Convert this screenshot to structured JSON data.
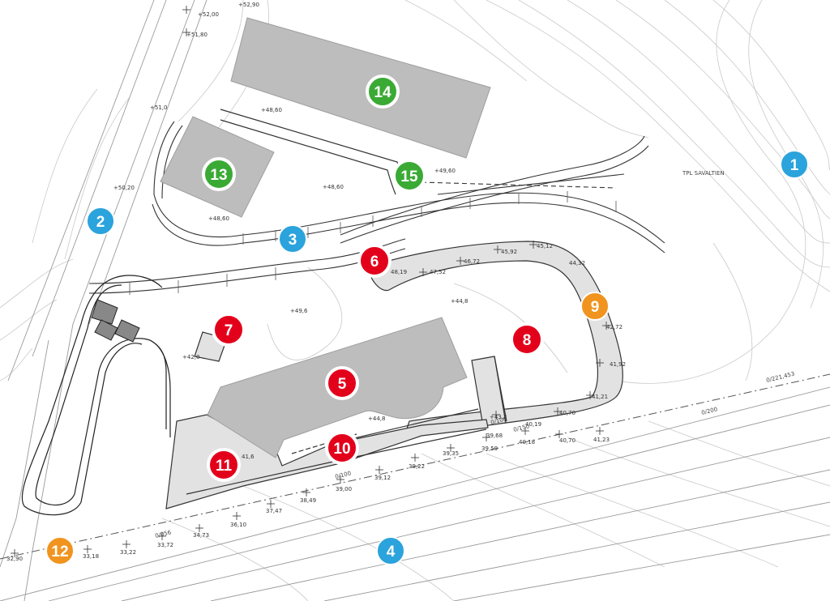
{
  "site_plan": {
    "colors": {
      "blue": "#2ba3dc",
      "red": "#e3001b",
      "green": "#3aaa35",
      "orange": "#f0941f",
      "building": "#bdbdbd",
      "paving": "#e2e2e2"
    },
    "markers": [
      {
        "id": "marker-1",
        "label": "1",
        "color": "blue"
      },
      {
        "id": "marker-2",
        "label": "2",
        "color": "blue"
      },
      {
        "id": "marker-3",
        "label": "3",
        "color": "blue"
      },
      {
        "id": "marker-4",
        "label": "4",
        "color": "blue"
      },
      {
        "id": "marker-5",
        "label": "5",
        "color": "red"
      },
      {
        "id": "marker-6",
        "label": "6",
        "color": "red"
      },
      {
        "id": "marker-7",
        "label": "7",
        "color": "red"
      },
      {
        "id": "marker-8",
        "label": "8",
        "color": "red"
      },
      {
        "id": "marker-9",
        "label": "9",
        "color": "orange"
      },
      {
        "id": "marker-10",
        "label": "10",
        "color": "red"
      },
      {
        "id": "marker-11",
        "label": "11",
        "color": "red"
      },
      {
        "id": "marker-12",
        "label": "12",
        "color": "orange"
      },
      {
        "id": "marker-13",
        "label": "13",
        "color": "green"
      },
      {
        "id": "marker-14",
        "label": "14",
        "color": "green"
      },
      {
        "id": "marker-15",
        "label": "15",
        "color": "green"
      }
    ],
    "levels": [
      "+52,90",
      "+52,00",
      "+51,80",
      "+51,0",
      "+48,60",
      "+48,60",
      "+48,60",
      "+50,20",
      "+49,60",
      "+49,6",
      "+44,8",
      "+42,0",
      "+44,8",
      "+43,2",
      "45,12",
      "45,92",
      "46,72",
      "47,52",
      "48,19",
      "44,32",
      "42,72",
      "41,92",
      "41,21",
      "40,70",
      "40,19",
      "40,18",
      "39,68",
      "39,59",
      "39,35",
      "39,22",
      "39,12",
      "39,00",
      "38,49",
      "37,47",
      "36,10",
      "34,73",
      "33,72",
      "33,22",
      "33,18",
      "32,90",
      "41,6",
      "40,70",
      "41,23"
    ],
    "stations": [
      "0/100",
      "0/150",
      "0/100",
      "0/056",
      "0/200",
      "0/221,453"
    ],
    "road_label": "TPL SAVALTIEN"
  }
}
